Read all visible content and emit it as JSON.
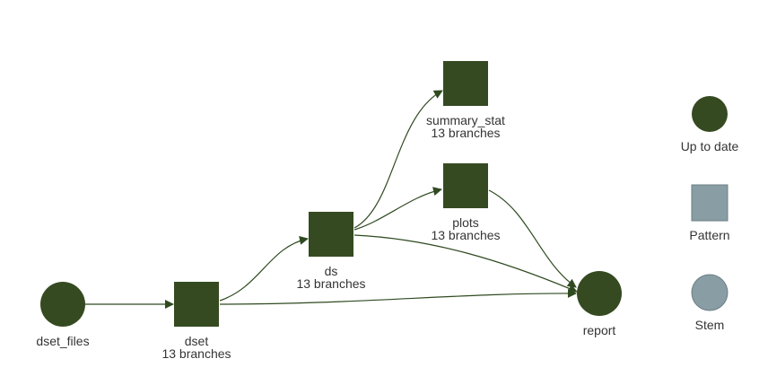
{
  "colors": {
    "up_to_date": "#354a21",
    "pattern_legend": "#899da4",
    "stem_legend": "#899da4",
    "edge": "#2f4a20",
    "label": "#343434"
  },
  "nodes": [
    {
      "id": "dset_files",
      "label": "dset_files",
      "sublabel": "",
      "shape": "circle",
      "status": "up_to_date"
    },
    {
      "id": "dset",
      "label": "dset",
      "sublabel": "13 branches",
      "shape": "square",
      "status": "up_to_date"
    },
    {
      "id": "ds",
      "label": "ds",
      "sublabel": "13 branches",
      "shape": "square",
      "status": "up_to_date"
    },
    {
      "id": "summary_stat",
      "label": "summary_stat",
      "sublabel": "13 branches",
      "shape": "square",
      "status": "up_to_date"
    },
    {
      "id": "plots",
      "label": "plots",
      "sublabel": "13 branches",
      "shape": "square",
      "status": "up_to_date"
    },
    {
      "id": "report",
      "label": "report",
      "sublabel": "",
      "shape": "circle",
      "status": "up_to_date"
    }
  ],
  "edges": [
    {
      "from": "dset_files",
      "to": "dset"
    },
    {
      "from": "dset",
      "to": "ds"
    },
    {
      "from": "dset",
      "to": "report"
    },
    {
      "from": "ds",
      "to": "summary_stat"
    },
    {
      "from": "ds",
      "to": "plots"
    },
    {
      "from": "ds",
      "to": "report"
    },
    {
      "from": "plots",
      "to": "report"
    }
  ],
  "legend": [
    {
      "label": "Up to date",
      "shape": "circle",
      "color_key": "up_to_date"
    },
    {
      "label": "Pattern",
      "shape": "square",
      "color_key": "pattern_legend"
    },
    {
      "label": "Stem",
      "shape": "circle",
      "color_key": "stem_legend"
    }
  ]
}
